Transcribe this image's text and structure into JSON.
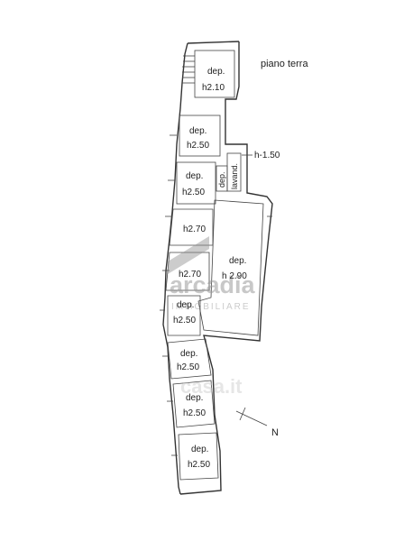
{
  "floor_title": "piano terra",
  "north_label": "N",
  "rooms": [
    {
      "name": "dep.",
      "height": "h2.10"
    },
    {
      "name": "dep.",
      "height": "h2.50"
    },
    {
      "name": "dep.",
      "height": "h2.50"
    },
    {
      "name": "",
      "height": "h2.70"
    },
    {
      "name": "",
      "height": "h2.70"
    },
    {
      "name": "dep.",
      "height": "h 2.90"
    },
    {
      "name": "dep.",
      "height": "h2.50"
    },
    {
      "name": "dep.",
      "height": "h2.50"
    },
    {
      "name": "dep.",
      "height": "h2.50"
    },
    {
      "name": "dep.",
      "height": "h2.50"
    }
  ],
  "small_rooms": [
    {
      "name": "dep."
    },
    {
      "name": "lavand."
    }
  ],
  "level_note": "h-1.50",
  "watermark": {
    "brand": "arcadia",
    "sub": "IMMOBILIARE",
    "portal": "casa.it"
  }
}
